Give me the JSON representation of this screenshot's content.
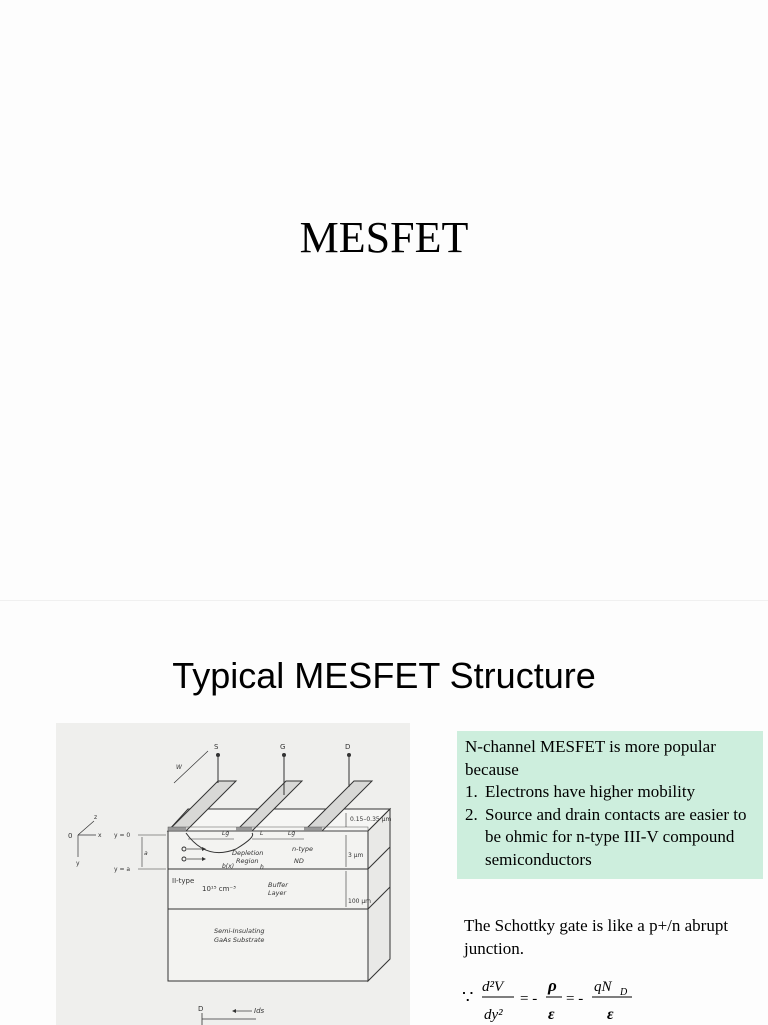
{
  "slide1": {
    "title": "MESFET"
  },
  "slide2": {
    "title": "Typical MESFET Structure",
    "diagram": {
      "contacts": [
        "S",
        "G",
        "D"
      ],
      "dims": {
        "lg1": "Lg",
        "l": "L",
        "lg2": "Lg",
        "h": "h",
        "bx": "b(x)",
        "a": "a"
      },
      "axes": {
        "origin": "0",
        "x": "x",
        "y": "y",
        "z": "z",
        "y0": "y = 0",
        "ya": "y = a"
      },
      "region_labels": {
        "depletion": "Depletion Region",
        "ntype": "n-type",
        "nd": "ND",
        "ptype": "II-type",
        "doping": "10¹⁵ cm⁻³",
        "buffer": "Buffer Layer",
        "substrate": "Semi-Insulating GaAs Substrate"
      },
      "thicknesses": [
        "0.15–0.35 µm",
        "3 µm",
        "100 µm"
      ],
      "circuit": {
        "d": "D",
        "ids": "Ids"
      }
    },
    "callout": {
      "intro": "N-channel MESFET is more popular because",
      "items": [
        {
          "num": "1.",
          "text": "Electrons have higher mobility"
        },
        {
          "num": "2.",
          "text": "Source and drain contacts are easier to be ohmic for n-type III-V compound semiconductors"
        }
      ]
    },
    "schottky_text": "The Schottky gate is like a p+/n abrupt junction.",
    "equation": {
      "because": "∵",
      "num1": "d²V",
      "den1": "dy²",
      "eq1": "= -",
      "num2": "ρ",
      "den2": "ε",
      "eq2": "= -",
      "num3": "qN",
      "sub3": "D",
      "den3": "ε"
    }
  },
  "colors": {
    "callout_bg": "#cdeedd",
    "diagram_bg": "#efefed"
  }
}
